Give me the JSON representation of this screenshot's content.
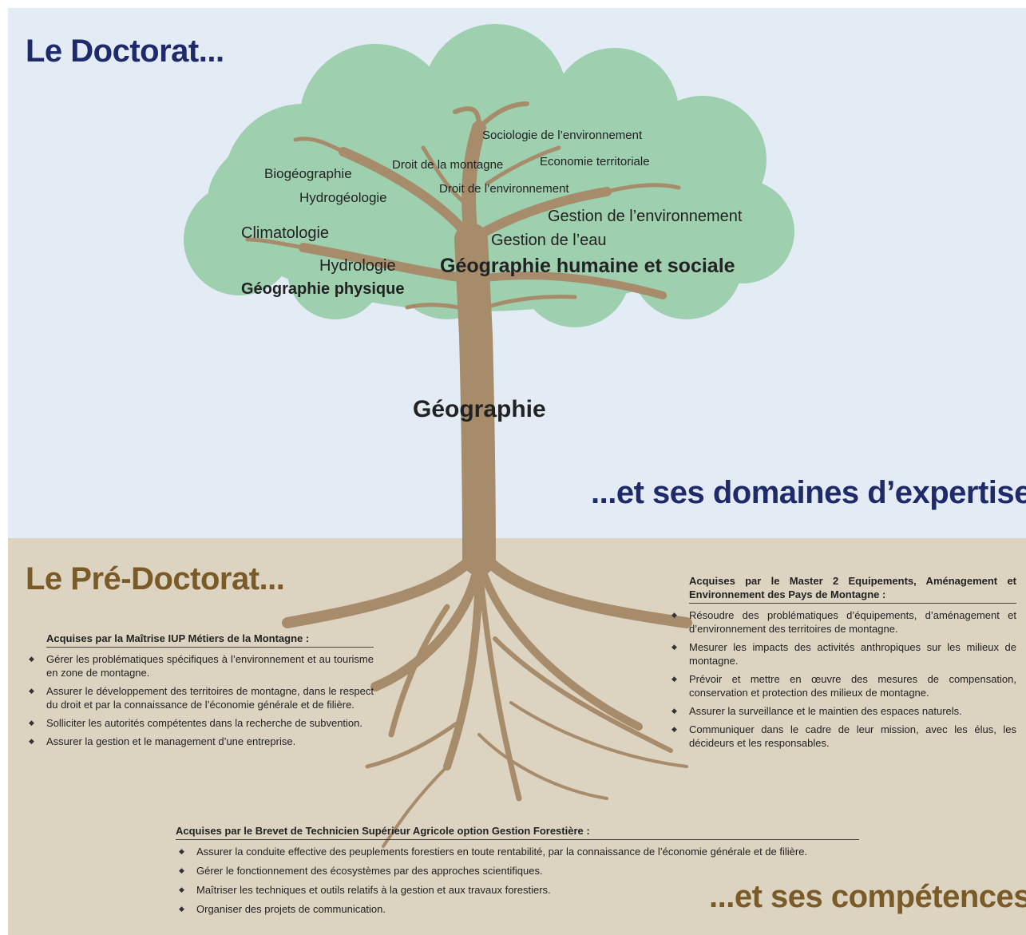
{
  "titles": {
    "doctorat": "Le Doctorat...",
    "domaines": "...et ses domaines d’expertise",
    "predoctorat": "Le Pré-Doctorat...",
    "competences": "...et ses compétences"
  },
  "tree_labels": {
    "sociologie": "Sociologie de l’environnement",
    "economie": "Economie territoriale",
    "droit_montagne": "Droit de la montagne",
    "biogeographie": "Biogéographie",
    "droit_env": "Droit de l’environnement",
    "hydrogeologie": "Hydrogéologie",
    "gestion_env": "Gestion de l’environnement",
    "climatologie": "Climatologie",
    "gestion_eau": "Gestion de l’eau",
    "hydrologie": "Hydrologie",
    "geo_humaine": "Géographie humaine et sociale",
    "geo_physique": "Géographie physique",
    "geographie": "Géographie"
  },
  "maitrise": {
    "heading": "Acquises par la Maîtrise IUP Métiers de la Montagne :",
    "items": [
      "Gérer les problématiques spécifiques à l’environnement et au tourisme en zone de montagne.",
      "Assurer le développement des territoires de montagne, dans le respect du droit et par la connaissance de l’économie générale et de filière.",
      "Solliciter les autorités compétentes dans la recherche de subvention.",
      "Assurer la gestion et le management d’une entreprise."
    ]
  },
  "master": {
    "heading": "Acquises par le Master 2 Equipements, Aménagement et Environnement des Pays de Montagne :",
    "items": [
      "Résoudre des problématiques d’équipements, d’aménagement et d’environnement des territoires de montagne.",
      "Mesurer les impacts des activités anthropiques sur les milieux de montagne.",
      "Prévoir et mettre en œuvre des mesures de compensation, conservation et protection des milieux de montagne.",
      "Assurer la surveillance et le maintien des espaces naturels.",
      "Communiquer dans le cadre de leur mission, avec les élus, les décideurs et les responsables."
    ]
  },
  "bts": {
    "heading": "Acquises par le Brevet de Technicien Supérieur Agricole option Gestion Forestière :",
    "items": [
      "Assurer la conduite effective des peuplements forestiers en toute rentabilité, par la connaissance de l’économie générale et de filière.",
      "Gérer le fonctionnement des écosystèmes par des approches scientifiques.",
      "Maîtriser les techniques et outils relatifs à la gestion et aux travaux forestiers.",
      "Organiser des projets de communication."
    ]
  },
  "colors": {
    "sky": "#e3ecf5",
    "ground": "#ddd3c1",
    "canopy": "#9ecfae",
    "trunk": "#a78c6b",
    "title_blue": "#1f2a6b",
    "title_brown": "#7a5a26"
  }
}
